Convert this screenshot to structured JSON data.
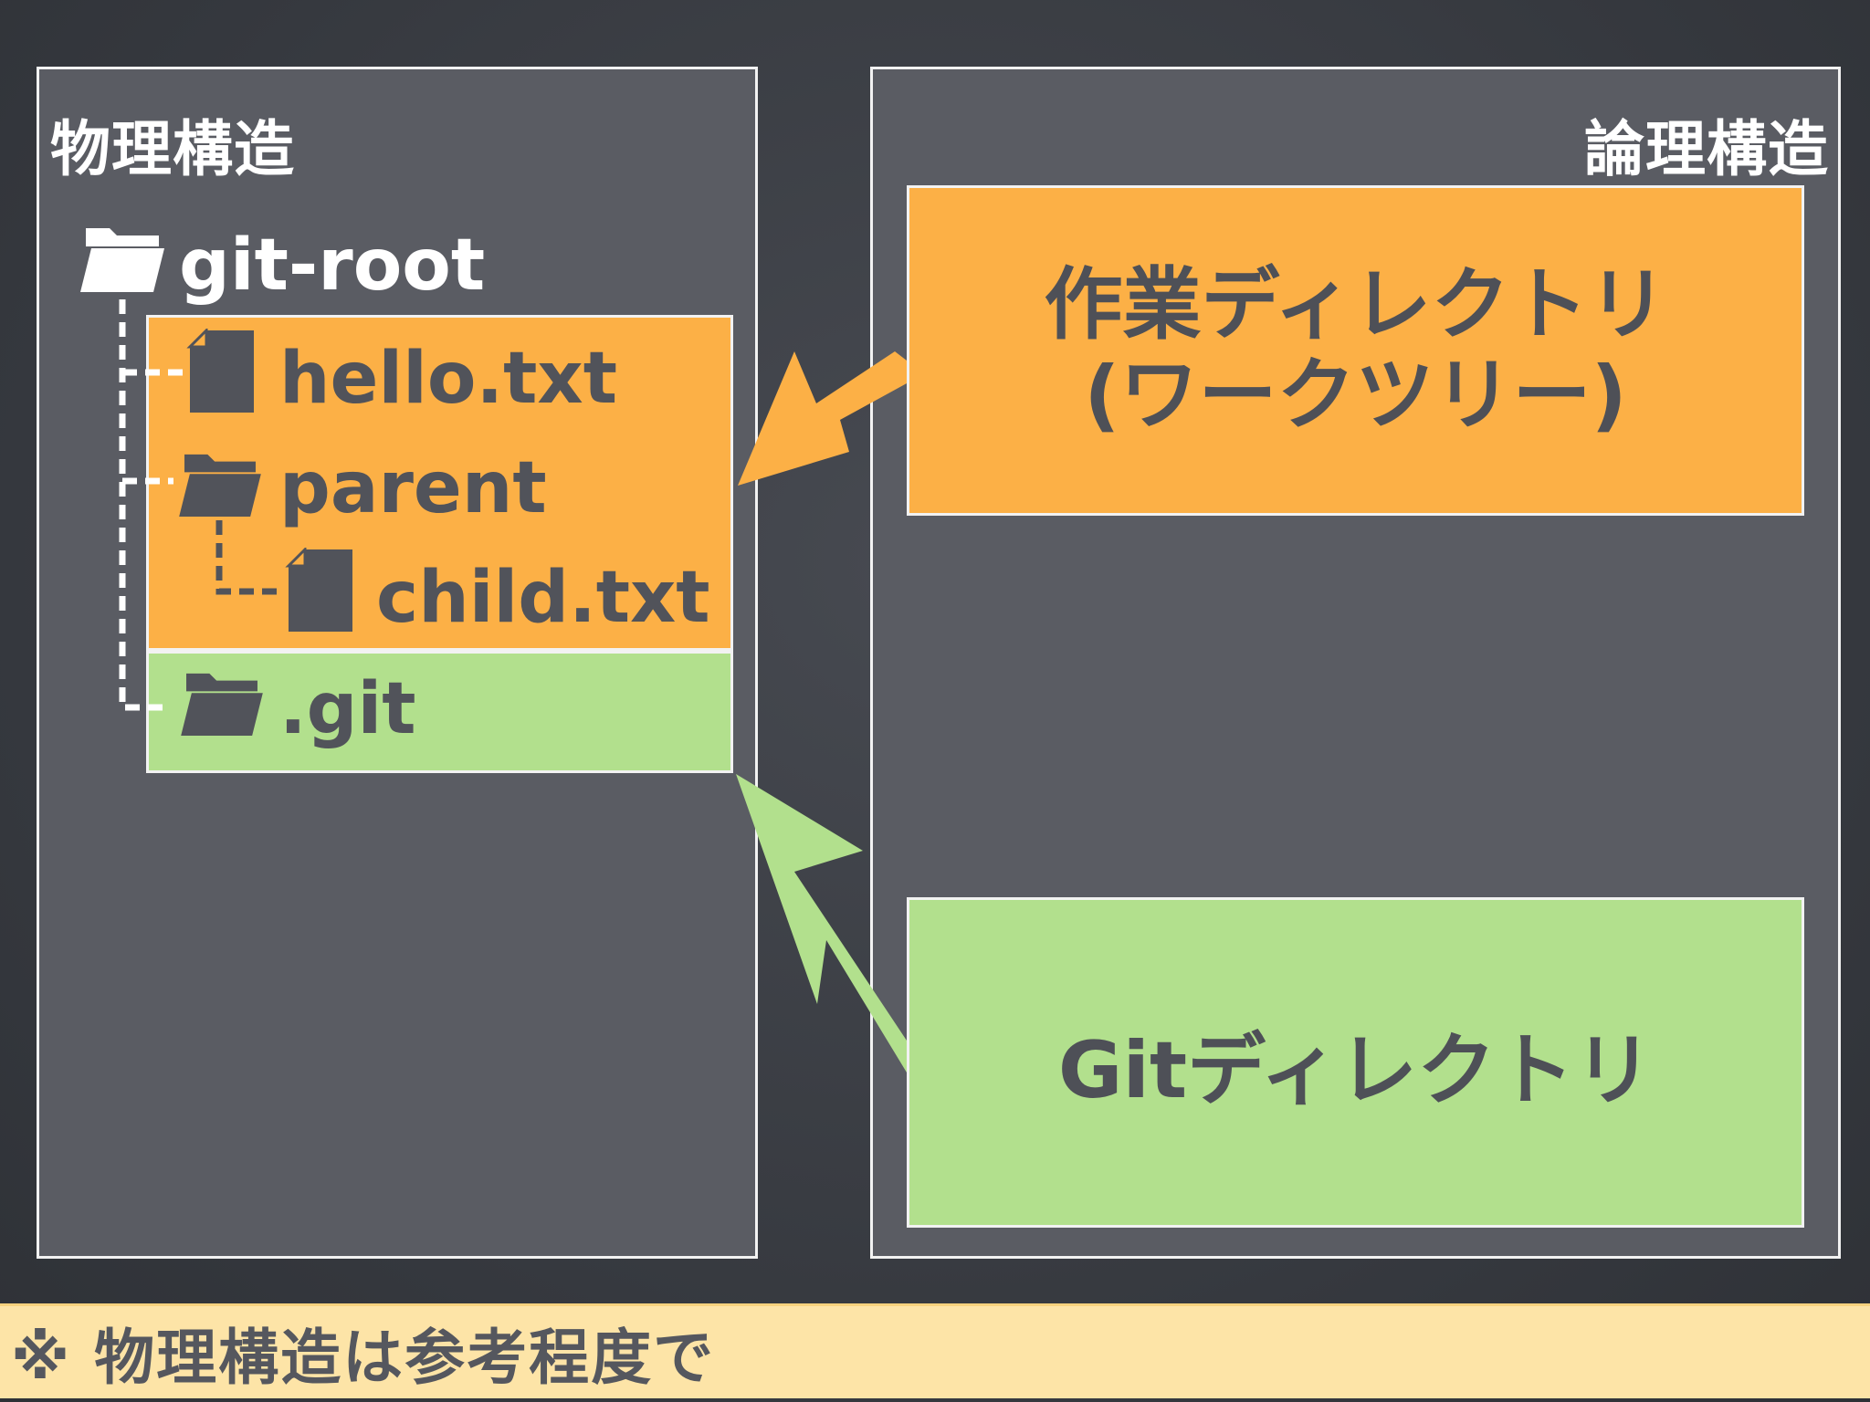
{
  "physical": {
    "title": "物理構造",
    "tree": {
      "root": "git-root",
      "file1": "hello.txt",
      "folder": "parent",
      "child": "child.txt",
      "gitdir": ".git"
    }
  },
  "logical": {
    "title": "論理構造",
    "worktree_line1": "作業ディレクトリ",
    "worktree_line2": "(ワークツリー)",
    "gitdir": "Gitディレクトリ"
  },
  "footer": {
    "note": "※ 物理構造は参考程度で"
  },
  "colors": {
    "worktree": "#fcb046",
    "git": "#b2e08d",
    "panel": "#5a5c63",
    "footer": "#fde4a7"
  },
  "icons": [
    "folder-icon",
    "file-icon"
  ]
}
